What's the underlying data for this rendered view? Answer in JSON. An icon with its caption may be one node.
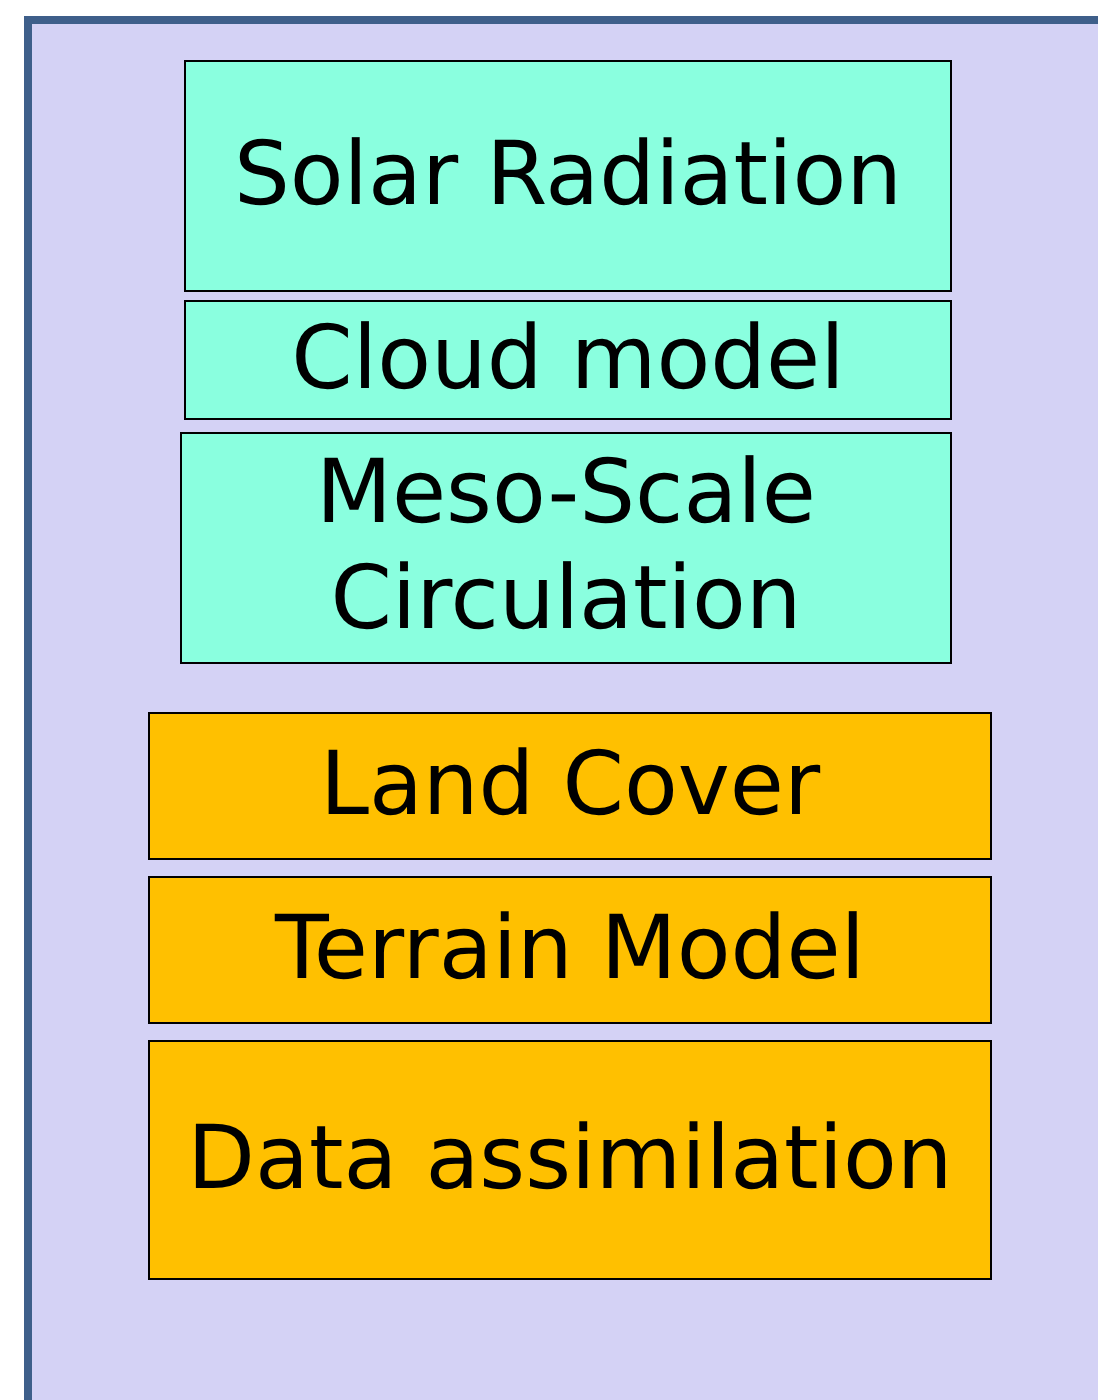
{
  "diagram": {
    "nodes": [
      {
        "text": [],
        "shape": "box"
      },
      {
        "text": [
          "Solar Radiation"
        ],
        "in": 0
      },
      {
        "text": [
          "Cloud model"
        ],
        "in": 0
      },
      {
        "text": [
          "Meso-Scale Circulation"
        ],
        "in": 0
      },
      {
        "text": [
          "Land Cover"
        ],
        "in": 0
      },
      {
        "text": [
          "Terrain Model"
        ],
        "in": 0
      },
      {
        "text": [
          "Data assimilation"
        ],
        "in": 0
      }
    ]
  }
}
